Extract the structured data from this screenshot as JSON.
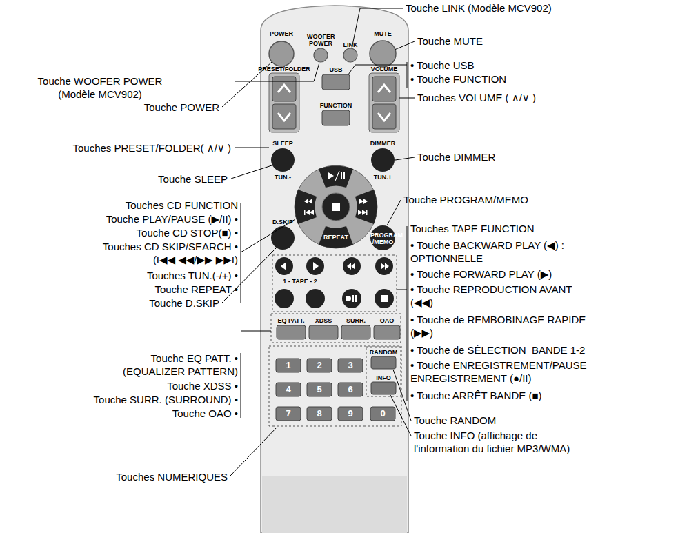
{
  "diagram": {
    "labels": [
      "Touche WOOFER POWER (Modèle MCV902)",
      "Touche POWER",
      "Touches PRESET/FOLDER( ∧/∨ )",
      "Touche SLEEP",
      "Touches CD FUNCTION",
      "Touche PLAY/PAUSE (▶/II) •",
      "Touche CD STOP(■) •",
      "Touches CD SKIP/SEARCH • (I◀◀ ◀◀/▶▶ ▶▶I)",
      "Touches TUN.(-/+) •",
      "Touche REPEAT •",
      "Touche D.SKIP",
      "Touche EQ PATT. • (EQUALIZER PATTERN)",
      "Touche XDSS •",
      "Touche SURR. (SURROUND) •",
      "Touche OAO •",
      "Touches NUMERIQUES",
      "Touche LINK (Modèle MCV902)",
      "Touche MUTE",
      "• Touche USB",
      "• Touche FUNCTION",
      "Touches VOLUME ( ∧/∨ )",
      "Touche DIMMER",
      "Touche PROGRAM/MEMO",
      "Touches TAPE FUNCTION",
      "• Touche BACKWARD PLAY (◀) : OPTIONNELLE",
      "• Touche FORWARD PLAY (▶)",
      "• Touche REPRODUCTION AVANT (◀◀)",
      "• Touche de REMBOBINAGE RAPIDE (▶▶)",
      "• Touche de SÉLECTION  BANDE 1-2",
      "• Touche ENREGISTREMENT/PAUSE ENREGISTREMENT (●/II)",
      "• Touche ARRÊT BANDE (■)",
      "Touche RANDOM",
      "Touche INFO (affichage de l'information du fichier MP3/WMA)",
      "POWER",
      "WOOFER POWER",
      "LINK",
      "MUTE",
      "PRESET/FOLDER",
      "USB",
      "FUNCTION",
      "VOLUME",
      "SLEEP",
      "TUN.-",
      "DIMMER",
      "TUN.+",
      "REPEAT",
      "D.SKIP",
      "PROGRAM /MEMO",
      "1 - TAPE - 2",
      "EQ PATT.",
      "XDSS",
      "SURR.",
      "OAO",
      "RANDOM",
      "INFO",
      "1",
      "2",
      "3",
      "4",
      "5",
      "6",
      "7",
      "8",
      "9",
      "0"
    ]
  }
}
